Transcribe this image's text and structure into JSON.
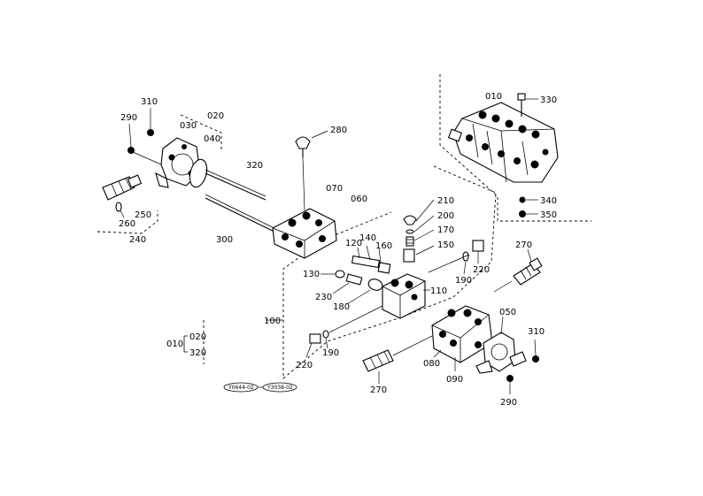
{
  "labels": {
    "l010a": "010",
    "l330": "330",
    "l340": "340",
    "l350": "350",
    "l310a": "310",
    "l290a": "290",
    "l030": "030",
    "l020a": "020",
    "l040": "040",
    "l280": "280",
    "l320a": "320",
    "l070": "070",
    "l060": "060",
    "l250": "250",
    "l260": "260",
    "l240": "240",
    "l300": "300",
    "l210": "210",
    "l200": "200",
    "l170": "170",
    "l150": "150",
    "l120": "120",
    "l140": "140",
    "l160": "160",
    "l130": "130",
    "l230": "230",
    "l180": "180",
    "l110": "110",
    "l190a": "190",
    "l220a": "220",
    "l270a": "270",
    "l100": "100",
    "l050": "050",
    "l310b": "310",
    "l080": "080",
    "l090": "090",
    "l290b": "290",
    "l270b": "270",
    "l220b": "220",
    "l190b": "190",
    "l010b": "010",
    "l020b": "020",
    "l320b": "320"
  },
  "refs": {
    "ref1": "Y0644-02",
    "ref2": "Y3038-02"
  }
}
